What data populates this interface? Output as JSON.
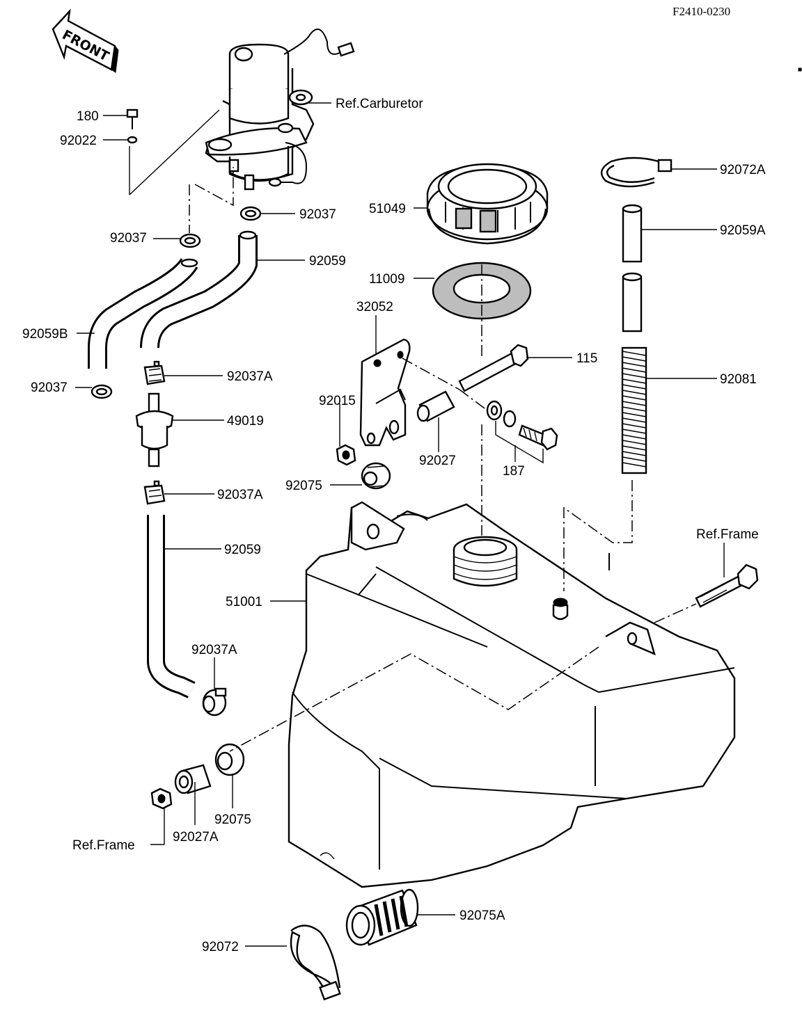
{
  "figure_ref": "F2410-0230",
  "front_arrow": "FRONT",
  "refs": {
    "carburetor": "Ref.Carburetor",
    "frame_top": "Ref.Frame",
    "frame_bottom": "Ref.Frame"
  },
  "labels": {
    "p180": "180",
    "p92022": "92022",
    "p92037_top": "92037",
    "p92037_left": "92037",
    "p92059_top": "92059",
    "p92059B": "92059B",
    "p92037_low": "92037",
    "p92037A_1": "92037A",
    "p49019": "49019",
    "p92037A_2": "92037A",
    "p92059_low": "92059",
    "p51001": "51001",
    "p92037A_3": "92037A",
    "p92027A": "92027A",
    "p92075_low": "92075",
    "p92072A": "92072A",
    "p92059A": "92059A",
    "p51049": "51049",
    "p11009": "11009",
    "p32052": "32052",
    "p115": "115",
    "p92081": "92081",
    "p92015": "92015",
    "p92027": "92027",
    "p187": "187",
    "p92075": "92075",
    "p92075A": "92075A",
    "p92072": "92072"
  }
}
